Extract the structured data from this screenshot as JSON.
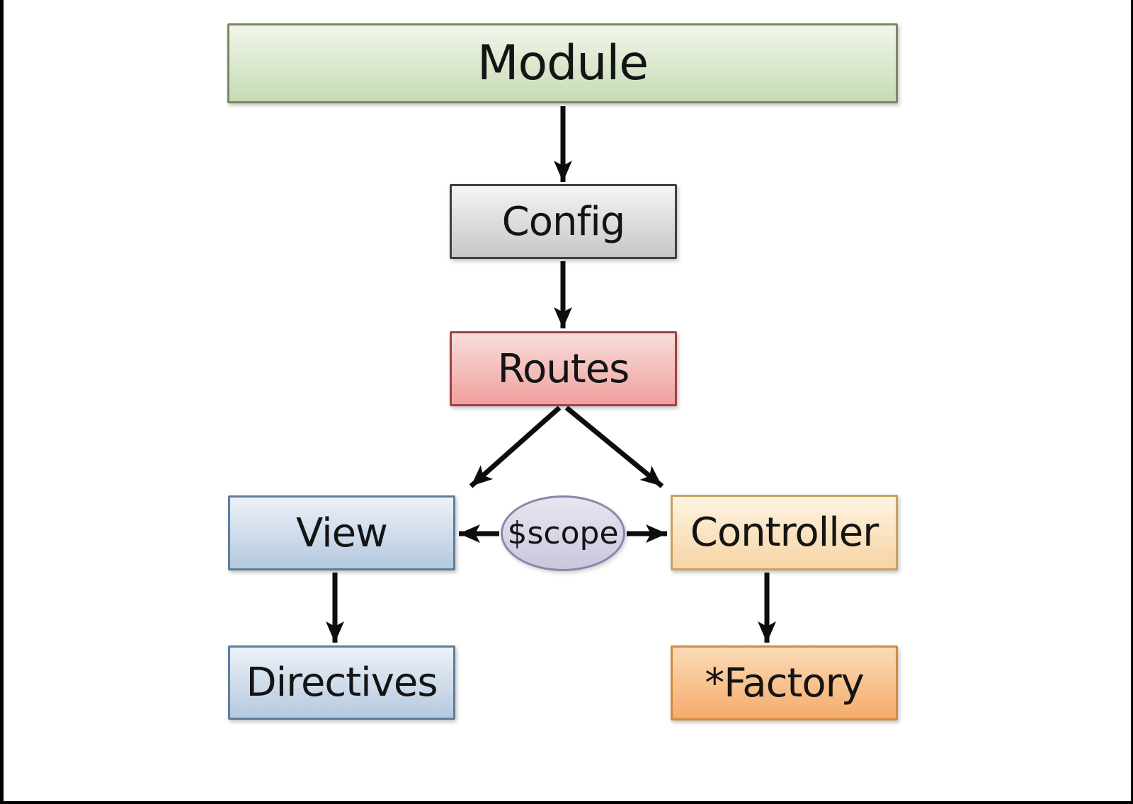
{
  "window": {
    "background": "#ffffff",
    "frame_color": "#000000",
    "text_color": "#141414",
    "arrow_color": "#0d0d0d"
  },
  "diagram": {
    "type": "flowchart",
    "description": "AngularJS module architecture flow",
    "nodes": [
      {
        "id": "module",
        "label": "Module",
        "shape": "rect",
        "fill_top": "#f1f6eb",
        "fill_bottom": "#c6dbb5",
        "border": "#79895f"
      },
      {
        "id": "config",
        "label": "Config",
        "shape": "rect",
        "fill_top": "#f4f4f4",
        "fill_bottom": "#c7c7c7",
        "border": "#3f3f3f"
      },
      {
        "id": "routes",
        "label": "Routes",
        "shape": "rect",
        "fill_top": "#f8ddda",
        "fill_bottom": "#efa19e",
        "border": "#9d4247"
      },
      {
        "id": "view",
        "label": "View",
        "shape": "rect",
        "fill_top": "#ecf1f8",
        "fill_bottom": "#b5c9de",
        "border": "#5e7d9b"
      },
      {
        "id": "scope",
        "label": "$scope",
        "shape": "ellipse",
        "fill_top": "#e9e6f1",
        "fill_bottom": "#cbc6dc",
        "border": "#8d85a8"
      },
      {
        "id": "controller",
        "label": "Controller",
        "shape": "rect",
        "fill_top": "#fdf4e2",
        "fill_bottom": "#f7d4a4",
        "border": "#cda05c"
      },
      {
        "id": "directives",
        "label": "Directives",
        "shape": "rect",
        "fill_top": "#ecf1f8",
        "fill_bottom": "#b5c9de",
        "border": "#5e7d9b"
      },
      {
        "id": "factory",
        "label": "*Factory",
        "shape": "rect",
        "fill_top": "#fbdab6",
        "fill_bottom": "#f5ac6c",
        "border": "#d08c3e"
      }
    ],
    "edges": [
      {
        "from": "module",
        "to": "config",
        "style": "arrow"
      },
      {
        "from": "config",
        "to": "routes",
        "style": "arrow"
      },
      {
        "from": "routes",
        "to": "view",
        "style": "arrow"
      },
      {
        "from": "routes",
        "to": "controller",
        "style": "arrow"
      },
      {
        "from": "scope",
        "to": "view",
        "style": "arrow"
      },
      {
        "from": "scope",
        "to": "controller",
        "style": "arrow"
      },
      {
        "from": "view",
        "to": "directives",
        "style": "arrow"
      },
      {
        "from": "controller",
        "to": "factory",
        "style": "arrow"
      }
    ]
  }
}
